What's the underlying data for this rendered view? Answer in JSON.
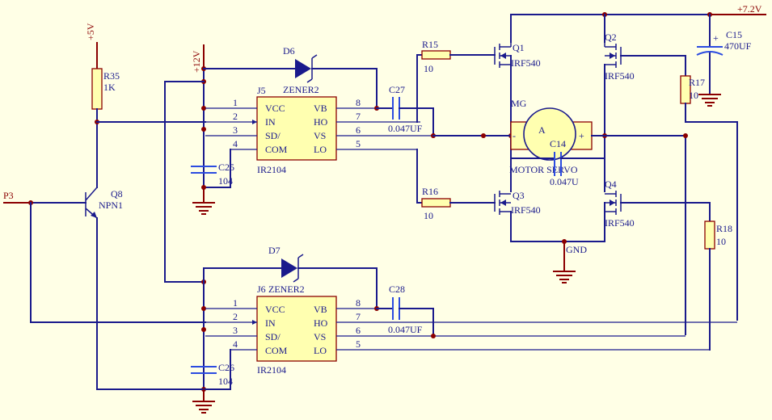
{
  "nets": {
    "v5": "+5V",
    "v12": "+12V",
    "v72": "+7.2V",
    "gnd": "GND",
    "p3": "P3"
  },
  "drivers": [
    {
      "ref": "J5",
      "part": "IR2104",
      "pins_left": [
        {
          "num": "1",
          "name": "VCC"
        },
        {
          "num": "2",
          "name": "IN"
        },
        {
          "num": "3",
          "name": "SD/"
        },
        {
          "num": "4",
          "name": "COM"
        }
      ],
      "pins_right": [
        {
          "num": "8",
          "name": "VB"
        },
        {
          "num": "7",
          "name": "HO"
        },
        {
          "num": "6",
          "name": "VS"
        },
        {
          "num": "5",
          "name": "LO"
        }
      ]
    },
    {
      "ref": "J6",
      "part": "IR2104",
      "pins_left": [
        {
          "num": "1",
          "name": "VCC"
        },
        {
          "num": "2",
          "name": "IN"
        },
        {
          "num": "3",
          "name": "SD/"
        },
        {
          "num": "4",
          "name": "COM"
        }
      ],
      "pins_right": [
        {
          "num": "8",
          "name": "VB"
        },
        {
          "num": "7",
          "name": "HO"
        },
        {
          "num": "6",
          "name": "VS"
        },
        {
          "num": "5",
          "name": "LO"
        }
      ]
    }
  ],
  "diodes": [
    {
      "ref": "D6",
      "value": "ZENER2"
    },
    {
      "ref": "D7",
      "value": "ZENER2"
    }
  ],
  "resistors": [
    {
      "ref": "R35",
      "value": "1K"
    },
    {
      "ref": "R15",
      "value": "10"
    },
    {
      "ref": "R16",
      "value": "10"
    },
    {
      "ref": "R17",
      "value": "10"
    },
    {
      "ref": "R18",
      "value": "10"
    }
  ],
  "capacitors": [
    {
      "ref": "C27",
      "value": "0.047UF"
    },
    {
      "ref": "C28",
      "value": "0.047UF"
    },
    {
      "ref": "C25",
      "value": "104",
      "ref_display": "C25"
    },
    {
      "ref": "C26",
      "value": "104",
      "ref_display": "C26"
    },
    {
      "ref": "C14",
      "value": "0.047U"
    },
    {
      "ref": "C15",
      "value": "470UF"
    }
  ],
  "transistors": [
    {
      "ref": "Q1",
      "value": "IRF540"
    },
    {
      "ref": "Q2",
      "value": "IRF540"
    },
    {
      "ref": "Q3",
      "value": "IRF540"
    },
    {
      "ref": "Q4",
      "value": "IRF540"
    },
    {
      "ref": "Q8",
      "value": "NPN1"
    }
  ],
  "motor": {
    "ref": "MG",
    "value": "MOTOR SERVO",
    "symbol": "A",
    "plus": "+",
    "minus": "-"
  },
  "c15_polarity": "+"
}
